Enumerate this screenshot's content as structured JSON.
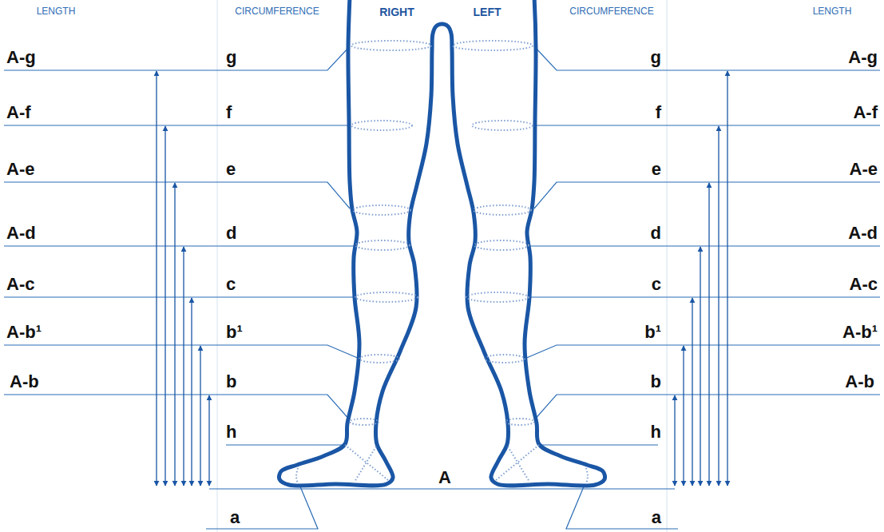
{
  "diagram": {
    "labels": [
      "LENGTH",
      "CIRCUMFERENCE",
      "RIGHT",
      "LEFT",
      "CIRCUMFERENCE",
      "LENGTH",
      "A-g",
      "g",
      "g",
      "A-g",
      "A-f",
      "f",
      "f",
      "A-f",
      "A-e",
      "e",
      "e",
      "A-e",
      "A-d",
      "d",
      "d",
      "A-d",
      "A-c",
      "c",
      "c",
      "A-c",
      "A-b¹",
      "b¹",
      "b¹",
      "A-b¹",
      "A-b",
      "b",
      "b",
      "A-b",
      "h",
      "h",
      "A",
      "a",
      "a"
    ]
  }
}
